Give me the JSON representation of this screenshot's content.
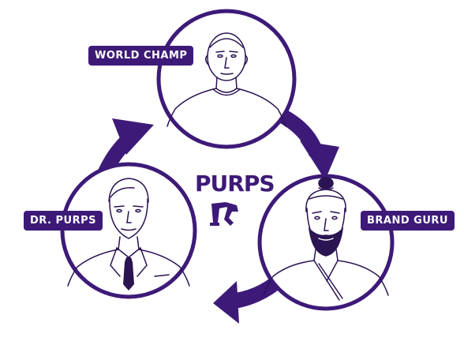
{
  "colors": {
    "accent": "#3d1a78",
    "line": "#2a1452",
    "skin": "#ffffff",
    "background": "#ffffff"
  },
  "labels": {
    "world_champ": "WORLD CHAMP",
    "dr_purps": "DR. PURPS",
    "brand_guru": "BRAND GURU"
  },
  "logo": {
    "text": "PURPS"
  },
  "icons": {
    "logo": "running-legs-icon",
    "arrows": "cycle-arrow-icon"
  }
}
